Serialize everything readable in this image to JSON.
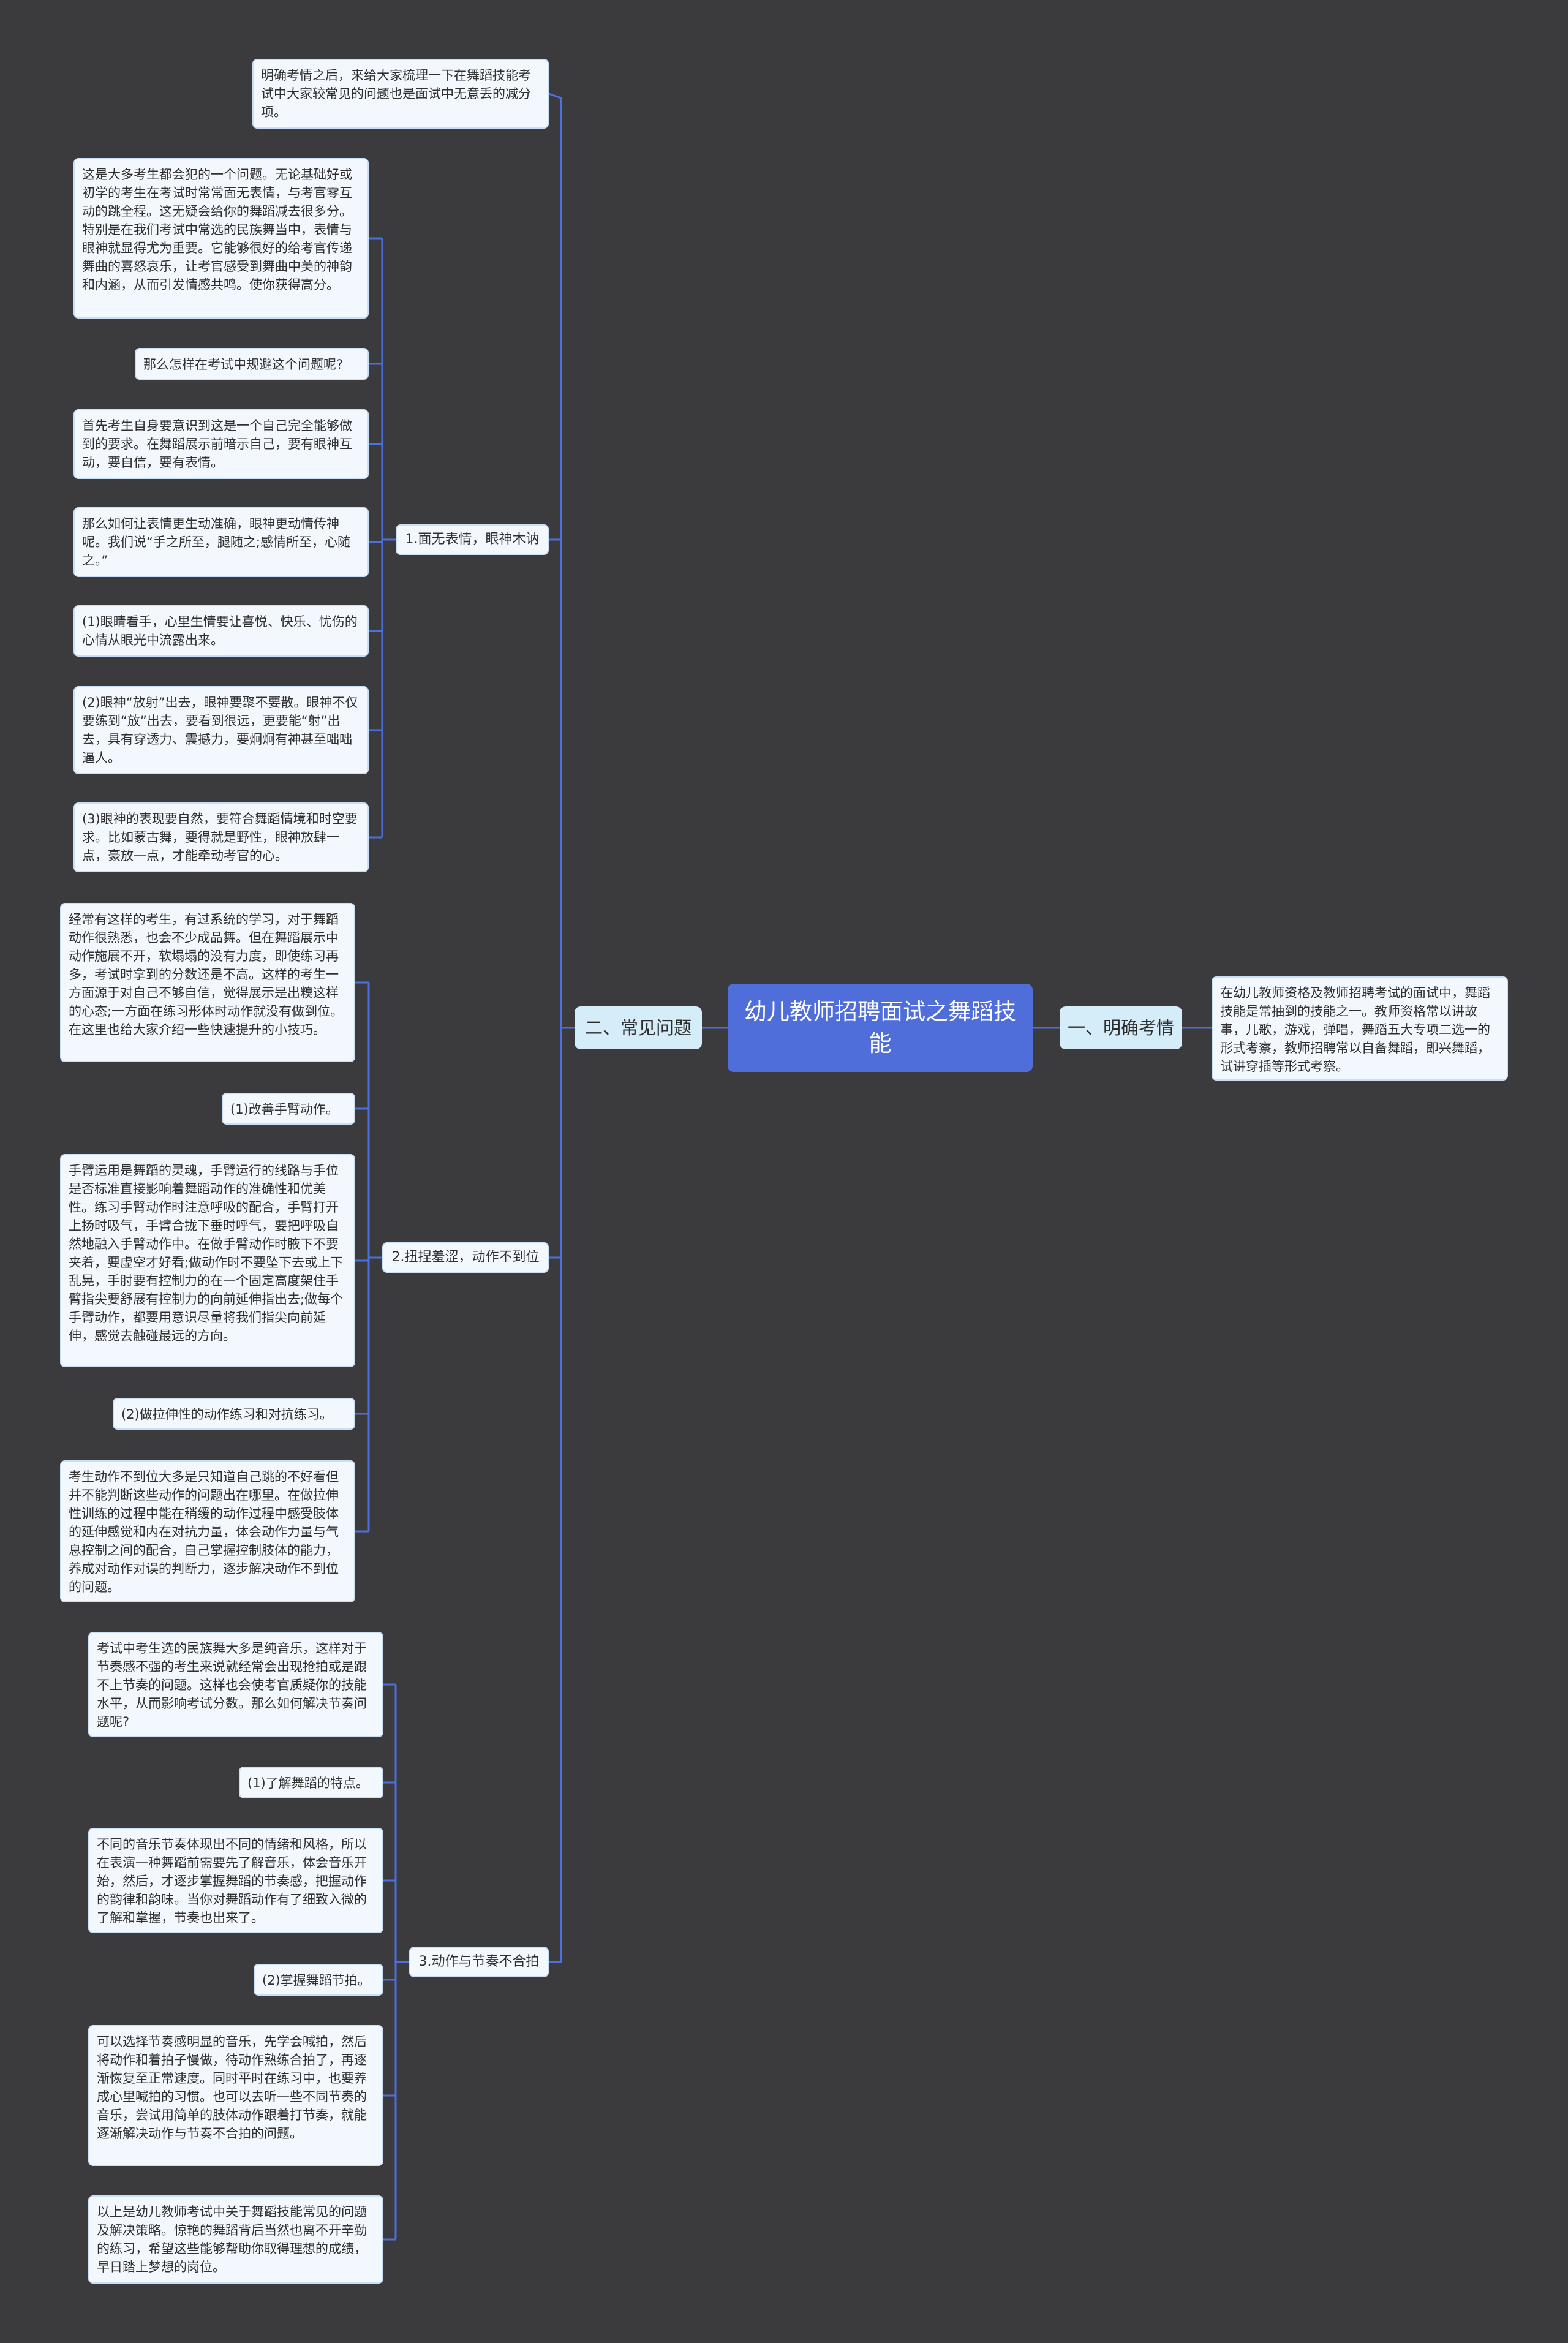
{
  "root": {
    "title": "幼儿教师招聘面试之舞蹈技能"
  },
  "branches": {
    "right": {
      "label": "一、明确考情",
      "note": "在幼儿教师资格及教师招聘考试的面试中，舞蹈技能是常抽到的技能之一。教师资格常以讲故事，儿歌，游戏，弹唱，舞蹈五大专项二选一的形式考察，教师招聘常以自备舞蹈，即兴舞蹈，试讲穿插等形式考察。"
    },
    "left": {
      "label": "二、常见问题",
      "intro": "明确考情之后，来给大家梳理一下在舞蹈技能考试中大家较常见的问题也是面试中无意丢的减分项。",
      "groups": [
        {
          "label": "1.面无表情，眼神木讷",
          "items": [
            "这是大多考生都会犯的一个问题。无论基础好或初学的考生在考试时常常面无表情，与考官零互动的跳全程。这无疑会给你的舞蹈减去很多分。特别是在我们考试中常选的民族舞当中，表情与眼神就显得尤为重要。它能够很好的给考官传递舞曲的喜怒哀乐，让考官感受到舞曲中美的神韵和内涵，从而引发情感共鸣。使你获得高分。",
            "那么怎样在考试中规避这个问题呢?",
            "首先考生自身要意识到这是一个自己完全能够做到的要求。在舞蹈展示前暗示自己，要有眼神互动，要自信，要有表情。",
            "那么如何让表情更生动准确，眼神更动情传神呢。我们说“手之所至，腿随之;感情所至，心随之。”",
            "(1)眼睛看手，心里生情要让喜悦、快乐、忧伤的心情从眼光中流露出来。",
            "(2)眼神“放射”出去，眼神要聚不要散。眼神不仅要练到“放”出去，要看到很远，更要能“射”出去，具有穿透力、震撼力，要炯炯有神甚至咄咄逼人。",
            "(3)眼神的表现要自然，要符合舞蹈情境和时空要求。比如蒙古舞，要得就是野性，眼神放肆一点，豪放一点，才能牵动考官的心。"
          ]
        },
        {
          "label": "2.扭捏羞涩，动作不到位",
          "items": [
            "经常有这样的考生，有过系统的学习，对于舞蹈动作很熟悉，也会不少成品舞。但在舞蹈展示中动作施展不开，软塌塌的没有力度，即使练习再多，考试时拿到的分数还是不高。这样的考生一方面源于对自己不够自信，觉得展示是出糗这样的心态;一方面在练习形体时动作就没有做到位。在这里也给大家介绍一些快速提升的小技巧。",
            "(1)改善手臂动作。",
            "手臂运用是舞蹈的灵魂，手臂运行的线路与手位是否标准直接影响着舞蹈动作的准确性和优美性。练习手臂动作时注意呼吸的配合，手臂打开上扬时吸气，手臂合拢下垂时呼气，要把呼吸自然地融入手臂动作中。在做手臂动作时腋下不要夹着，要虚空才好看;做动作时不要坠下去或上下乱晃，手肘要有控制力的在一个固定高度架住手臂指尖要舒展有控制力的向前延伸指出去;做每个手臂动作，都要用意识尽量将我们指尖向前延伸，感觉去触碰最远的方向。",
            "(2)做拉伸性的动作练习和对抗练习。",
            "考生动作不到位大多是只知道自己跳的不好看但并不能判断这些动作的问题出在哪里。在做拉伸性训练的过程中能在稍缓的动作过程中感受肢体的延伸感觉和内在对抗力量，体会动作力量与气息控制之间的配合，自己掌握控制肢体的能力，养成对动作对误的判断力，逐步解决动作不到位的问题。"
          ]
        },
        {
          "label": "3.动作与节奏不合拍",
          "items": [
            "考试中考生选的民族舞大多是纯音乐，这样对于节奏感不强的考生来说就经常会出现抢拍或是跟不上节奏的问题。这样也会使考官质疑你的技能水平，从而影响考试分数。那么如何解决节奏问题呢?",
            "(1)了解舞蹈的特点。",
            "不同的音乐节奏体现出不同的情绪和风格，所以在表演一种舞蹈前需要先了解音乐，体会音乐开始，然后，才逐步掌握舞蹈的节奏感，把握动作的韵律和韵味。当你对舞蹈动作有了细致入微的了解和掌握，节奏也出来了。",
            "(2)掌握舞蹈节拍。",
            "可以选择节奏感明显的音乐，先学会喊拍，然后将动作和着拍子慢做，待动作熟练合拍了，再逐渐恢复至正常速度。同时平时在练习中，也要养成心里喊拍的习惯。也可以去听一些不同节奏的音乐，尝试用简单的肢体动作跟着打节奏，就能逐渐解决动作与节奏不合拍的问题。",
            "以上是幼儿教师考试中关于舞蹈技能常见的问题及解决策略。惊艳的舞蹈背后当然也离不开辛勤的练习，希望这些能够帮助你取得理想的成绩，早日踏上梦想的岗位。"
          ]
        }
      ]
    }
  },
  "colors": {
    "background": "#3b3a3d",
    "root_fill": "#4f6ed9",
    "branch_fill": "#d4edf9",
    "leaf_fill": "#f3f8ff",
    "leaf_border": "#c9def7",
    "connector": "#4d70e0"
  }
}
